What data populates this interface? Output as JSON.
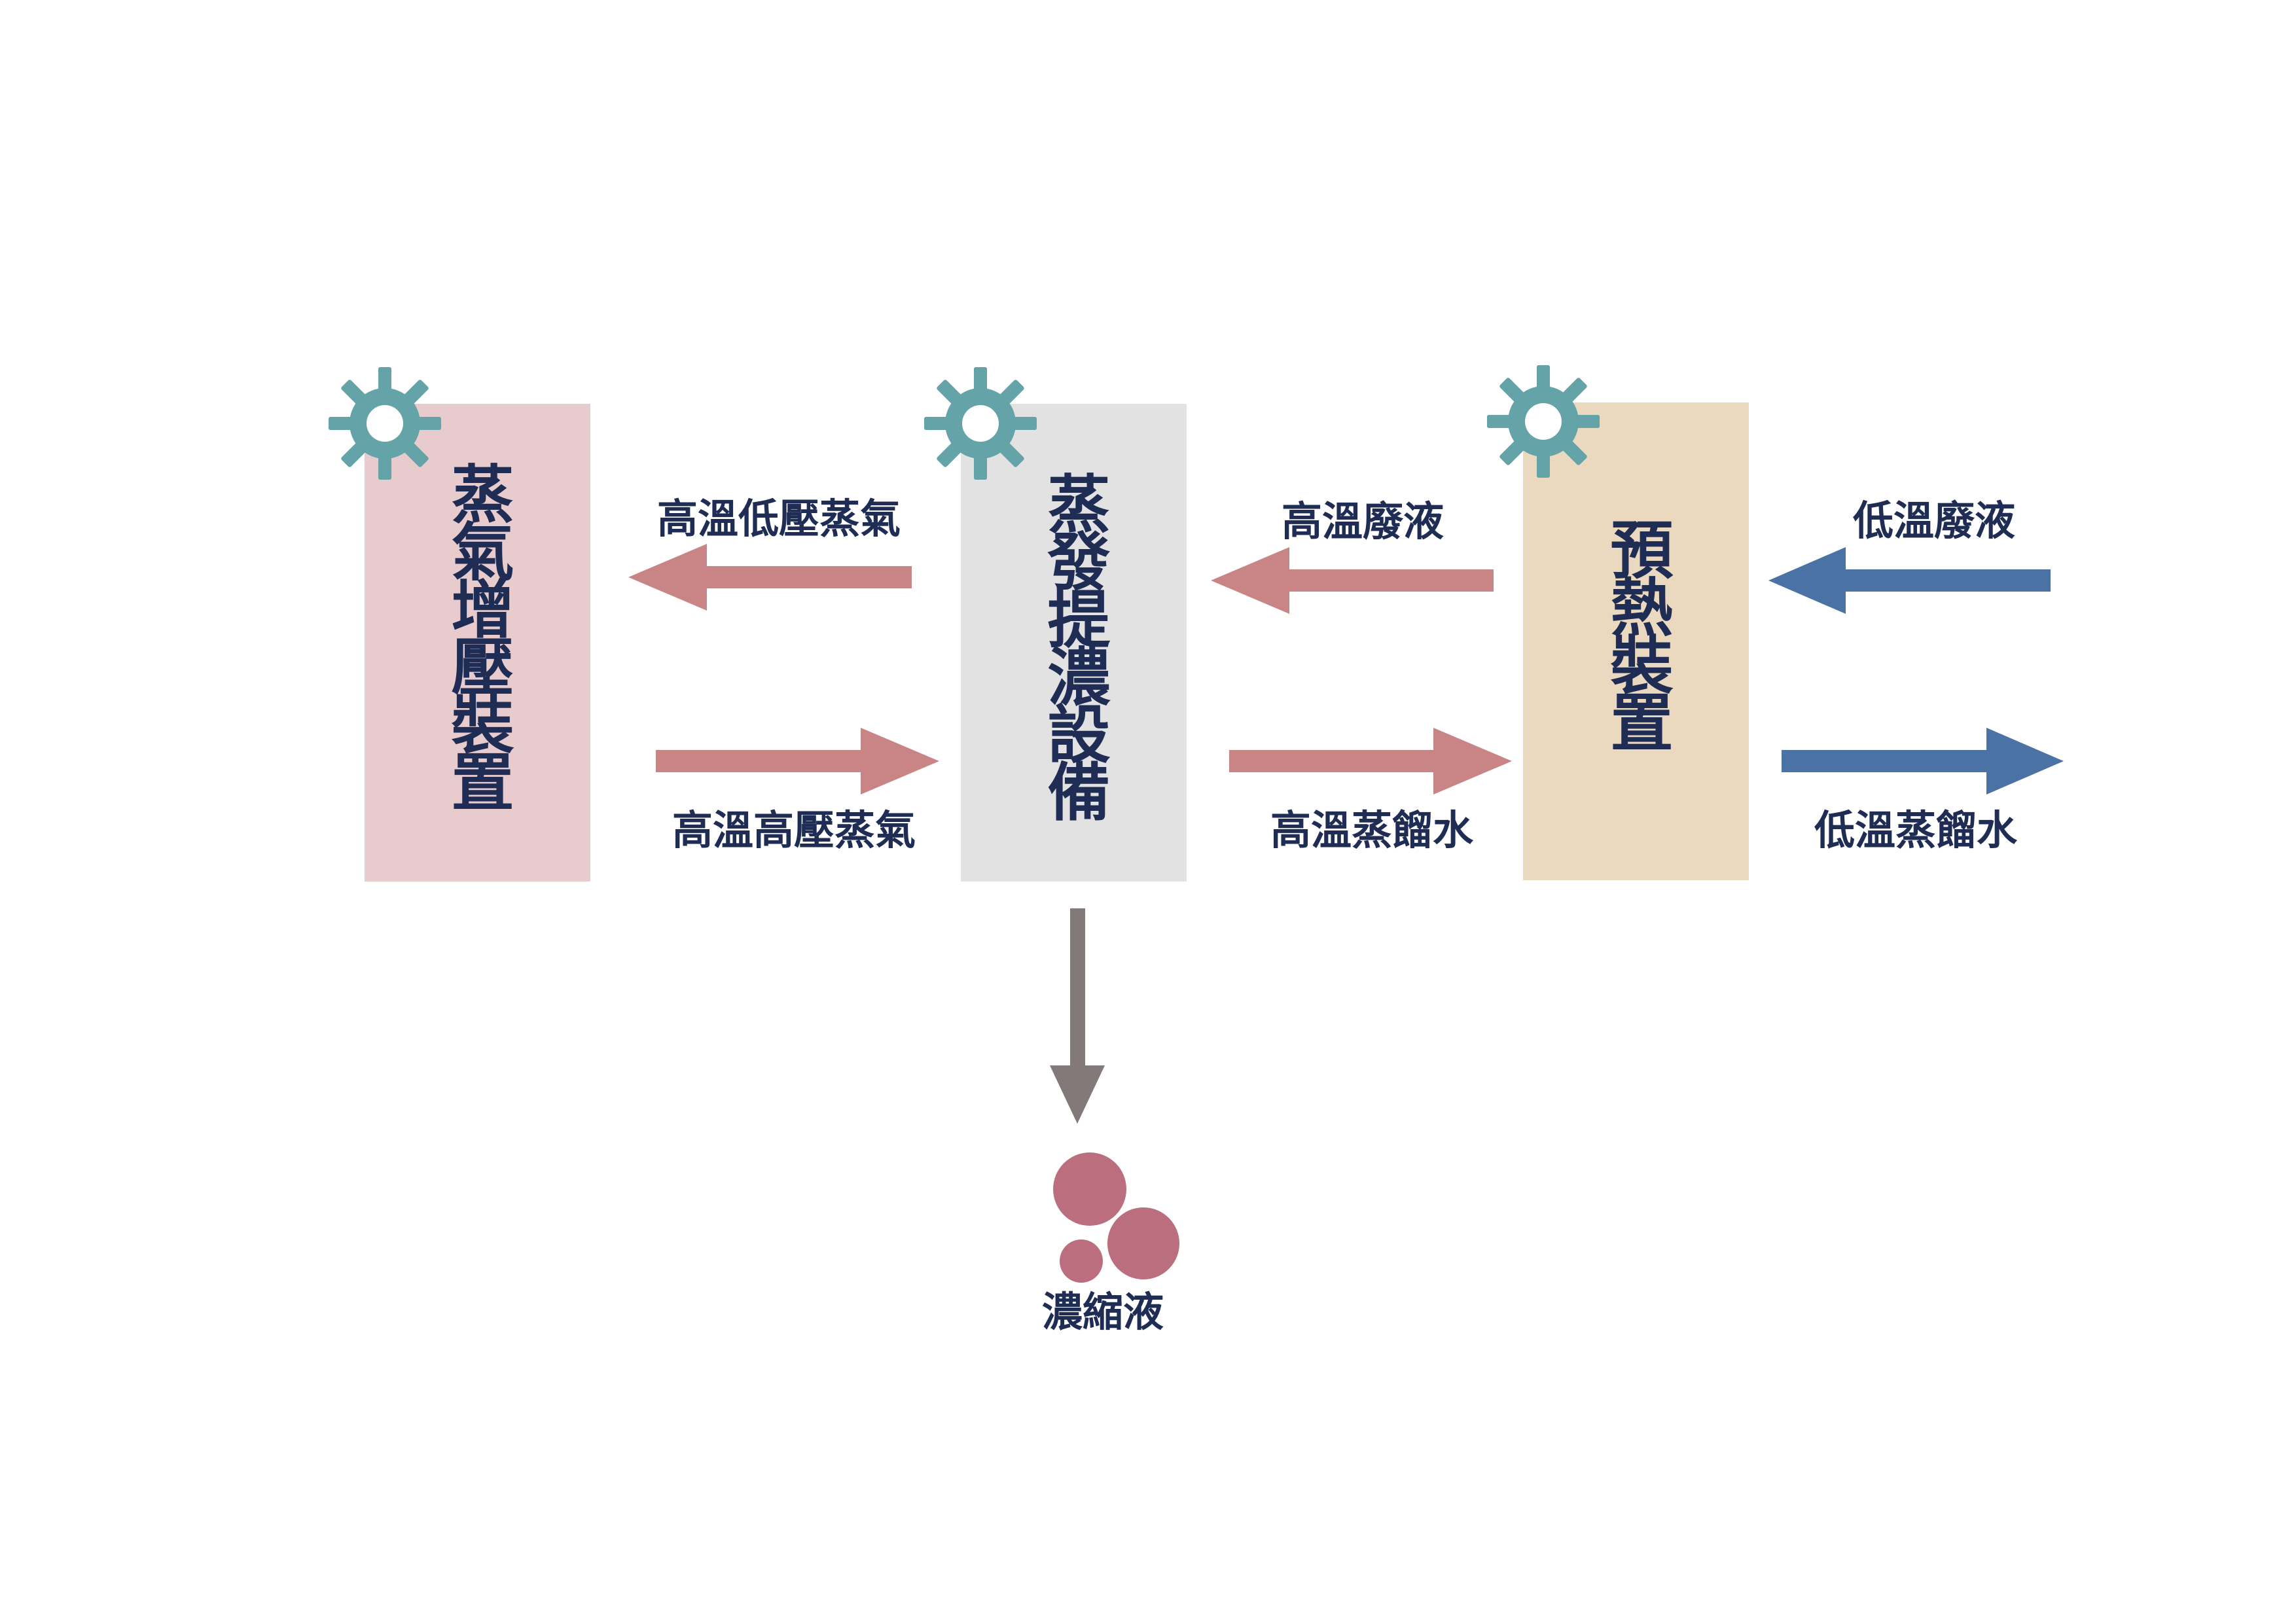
{
  "colors": {
    "background": "#ffffff",
    "text": "#1f2d55",
    "compressor_box": "#e8cbcd",
    "evaporator_box": "#e2e2e2",
    "preheater_box": "#ebd9bf",
    "gear": "#64a3a7",
    "arrow_hot": "#c98585",
    "arrow_cold": "#4a72a4",
    "arrow_concentrate": "#837979",
    "concentrate_drops": "#ba6e7e"
  },
  "boxes": {
    "compressor": {
      "label": "蒸氣增壓裝置",
      "icon": "gear-icon"
    },
    "evaporator": {
      "label": "蒸發提濃設備",
      "icon": "gear-icon"
    },
    "preheater": {
      "label": "預熱裝置",
      "icon": "gear-icon"
    }
  },
  "flows": {
    "low_pressure_steam": {
      "label": "高溫低壓蒸氣",
      "direction": "left"
    },
    "high_pressure_steam": {
      "label": "高溫高壓蒸氣",
      "direction": "right"
    },
    "hot_waste": {
      "label": "高溫廢液",
      "direction": "left"
    },
    "hot_distilled": {
      "label": "高溫蒸餾水",
      "direction": "right"
    },
    "cold_waste": {
      "label": "低溫廢液",
      "direction": "left"
    },
    "cold_distilled": {
      "label": "低溫蒸餾水",
      "direction": "right"
    },
    "concentrate": {
      "label": "濃縮液",
      "direction": "down",
      "icon": "droplets-icon"
    }
  }
}
